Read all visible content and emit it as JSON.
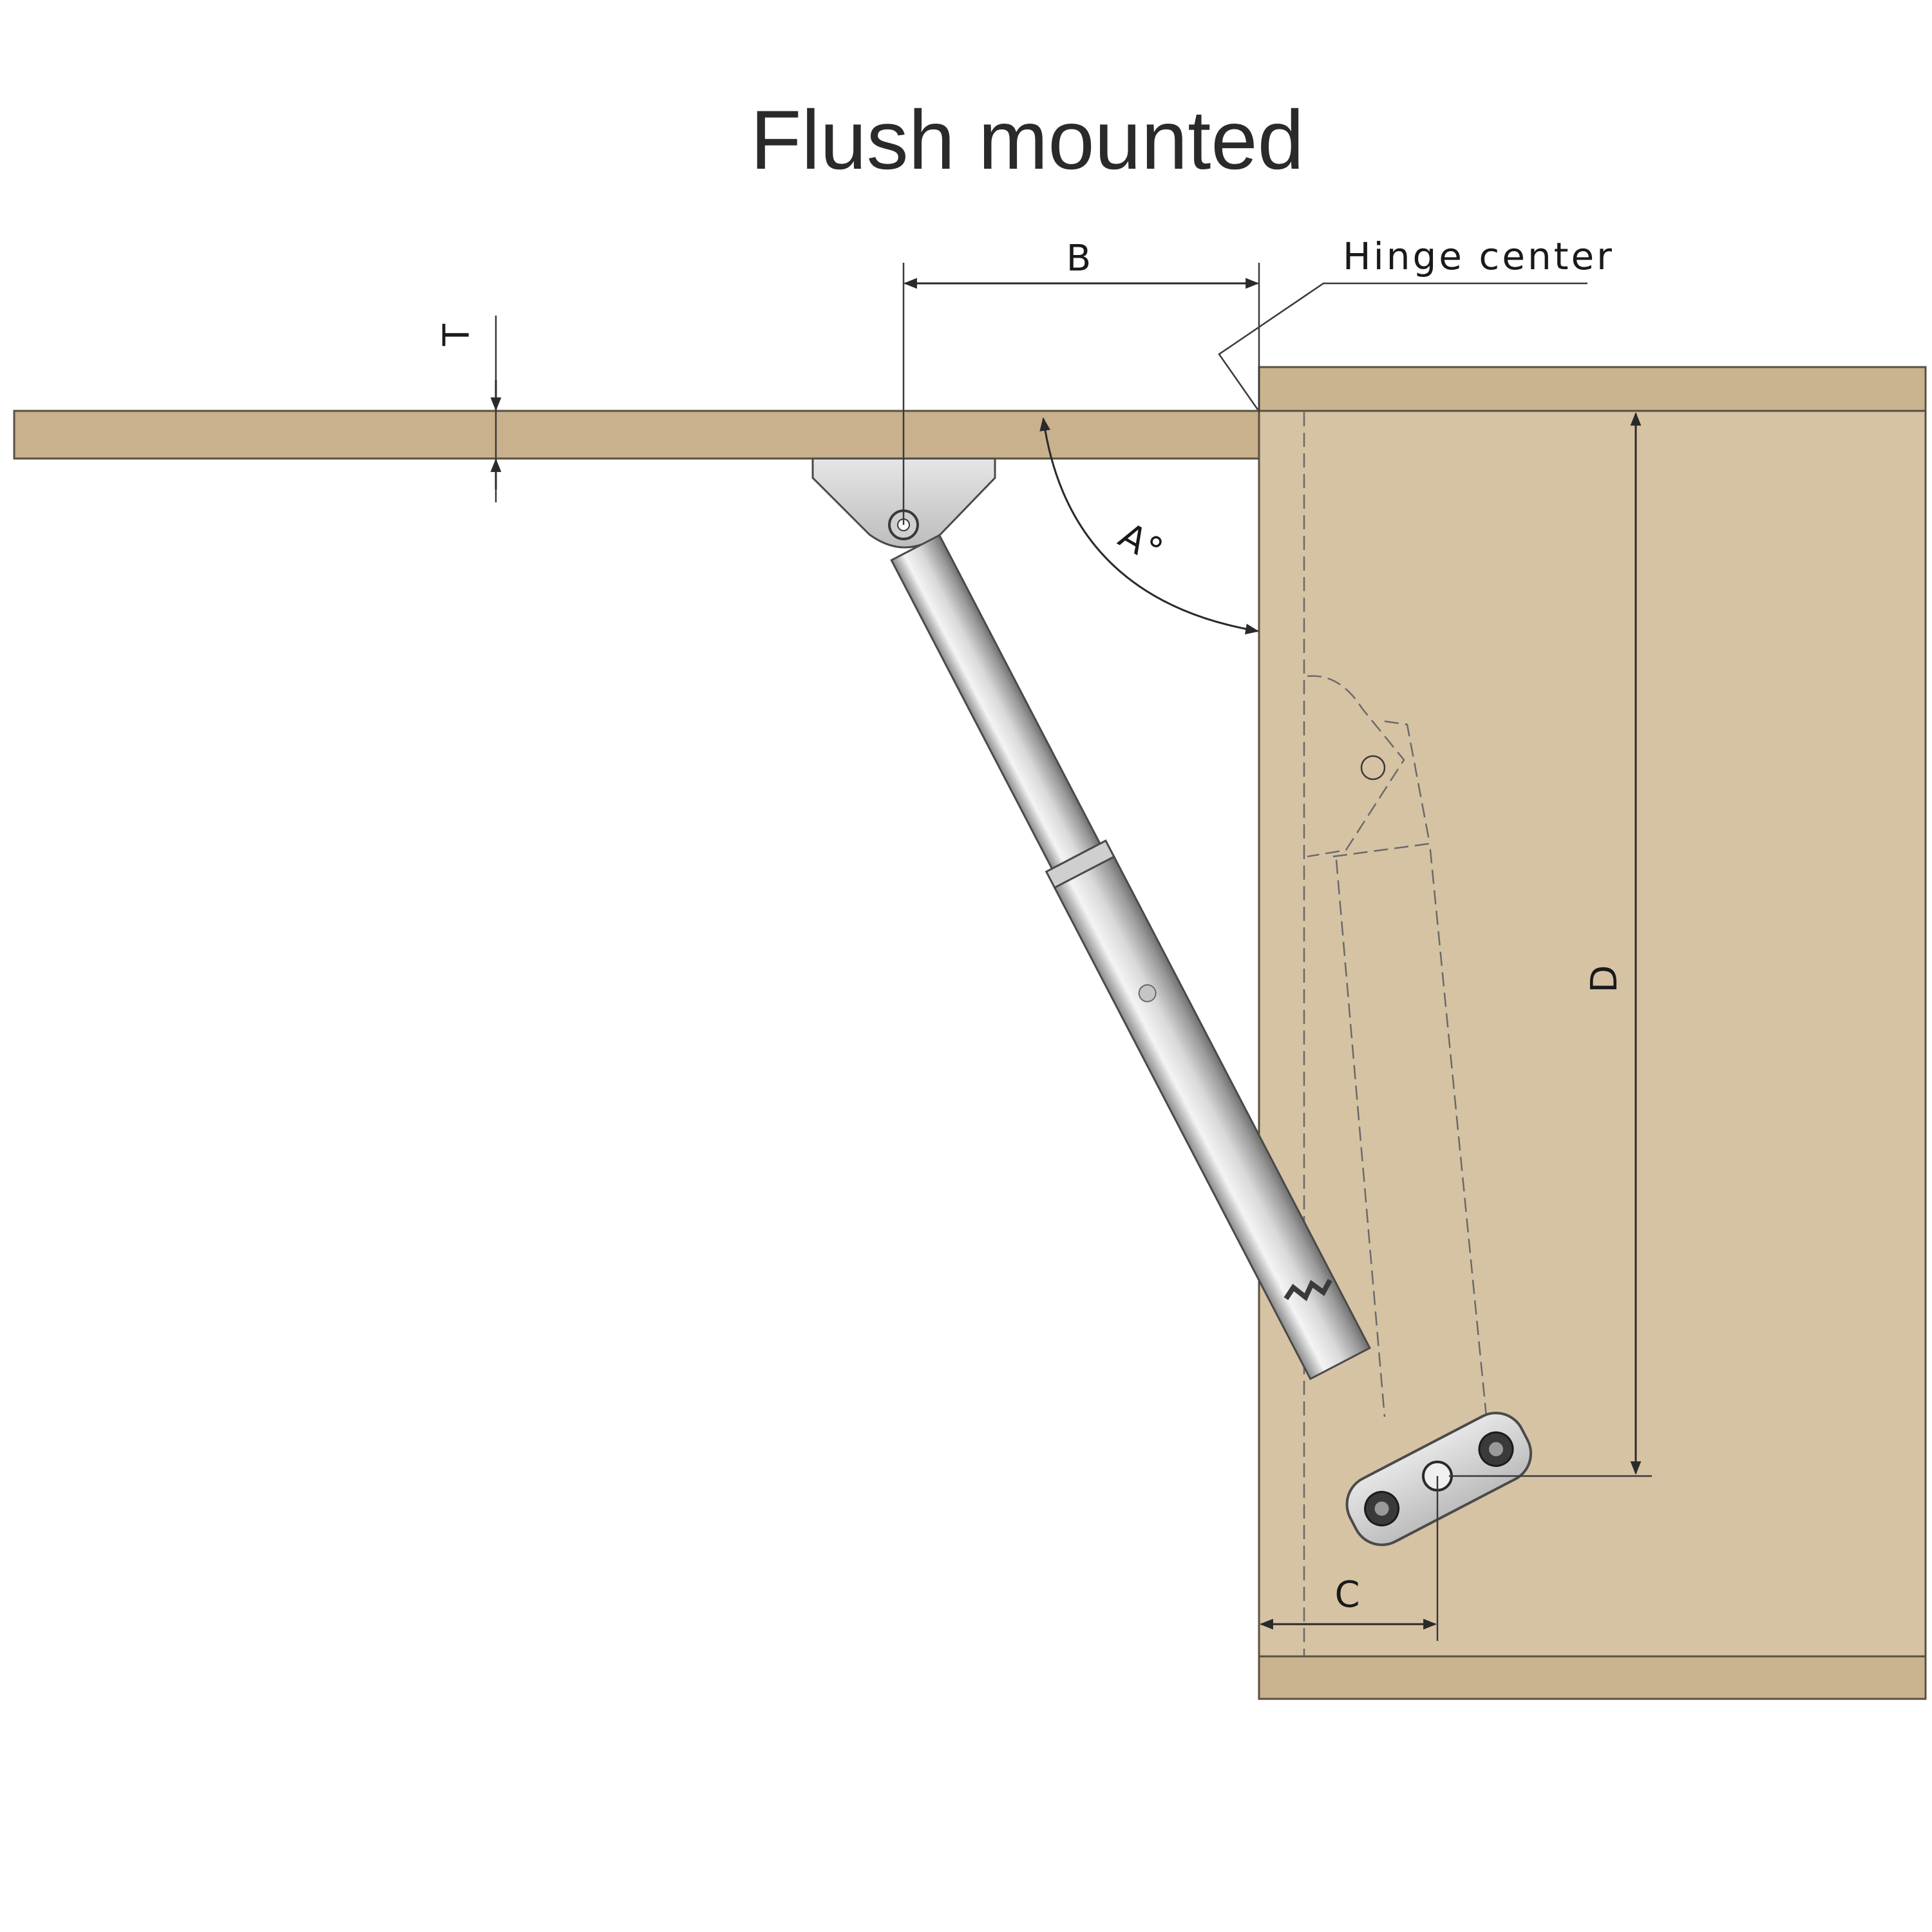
{
  "title": "Flush mounted",
  "callout": {
    "hinge_center": "Hinge center"
  },
  "dimensions": {
    "thickness": "T",
    "horizontal_offset": "B",
    "angle": "A°",
    "bottom_offset": "C",
    "vertical_distance": "D"
  },
  "colors": {
    "lid_wood": "#c8b18c",
    "cabinet_wood": "#d6c3a4",
    "cabinet_top": "#c9b48f",
    "metal_light": "#f2f2f2",
    "metal_dark": "#8c8c8c",
    "line": "#2a2a2a"
  }
}
